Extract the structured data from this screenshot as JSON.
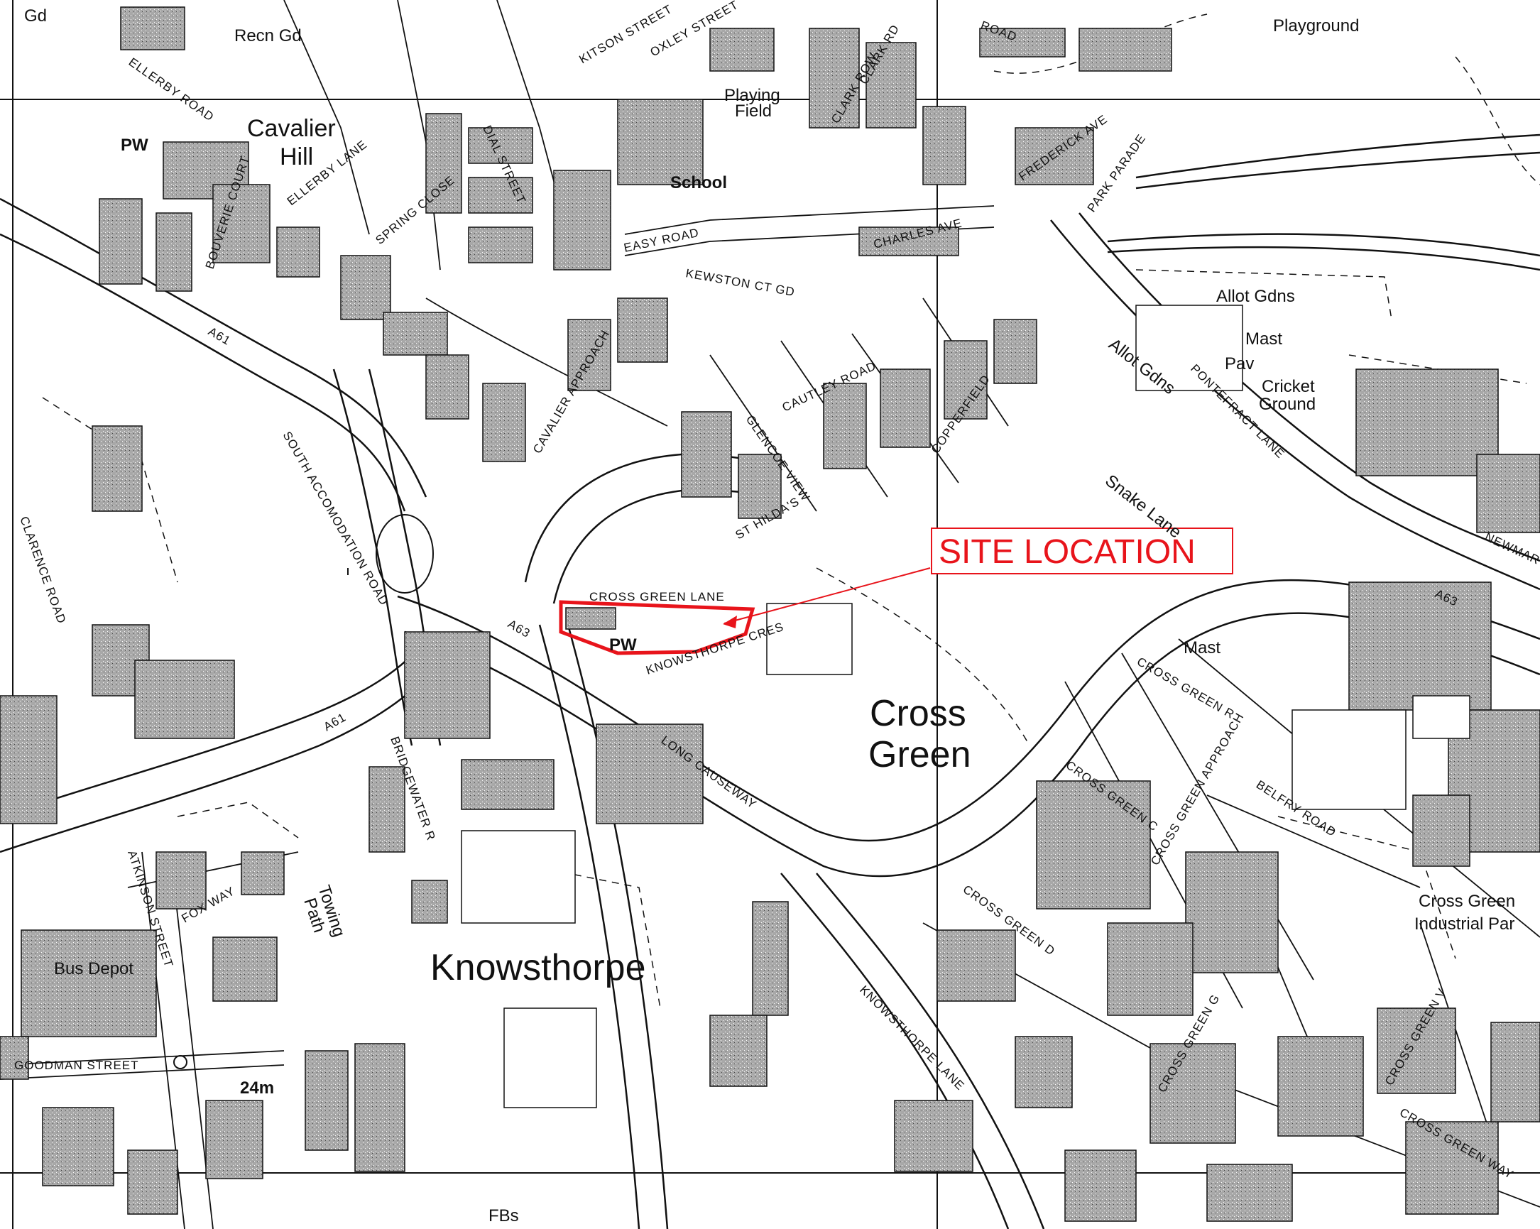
{
  "map": {
    "colors": {
      "building_fill": "#9a9a9a",
      "line": "#111111",
      "site_red": "#e8141b",
      "background": "#ffffff"
    },
    "site_label": "SITE LOCATION",
    "place_labels": {
      "cavalier": "Cavalier",
      "hill": "Hill",
      "cross": "Cross",
      "green": "Green",
      "knowsthorpe": "Knowsthorpe",
      "recn_gd": "Recn Gd",
      "gd": "Gd",
      "playing": "Playing",
      "field": "Field",
      "school": "School",
      "playground": "Playground",
      "allot_gdns_1": "Allot Gdns",
      "allot_gdns_2": "Allot Gdns",
      "mast_1": "Mast",
      "mast_2": "Mast",
      "pav": "Pav",
      "cricket": "Cricket",
      "ground": "Ground",
      "pw_1": "PW",
      "pw_2": "PW",
      "bus_depot": "Bus Depot",
      "towing": "Towing",
      "path": "Path",
      "industrial_1": "Cross Green",
      "industrial_2": "Industrial Par",
      "height_24m": "24m",
      "fbs": "FBs"
    },
    "road_labels": {
      "a61_1": "A61",
      "a61_2": "A61",
      "a63_1": "A63",
      "a63_2": "A63",
      "ellerby_road": "ELLERBY ROAD",
      "ellerby_lane": "ELLERBY LANE",
      "bouverie_court": "BOUVERIE COURT",
      "spring_close": "SPRING CLOSE",
      "dial_street": "DIAL STREET",
      "easy_road": "EASY ROAD",
      "kewston_ct_gd": "KEWSTON CT GD",
      "charles_ave": "CHARLES AVE",
      "cavalier_approach": "CAVALIER APPROACH",
      "south_accommodation_road": "SOUTH ACCOMODATION ROAD",
      "clarence_road": "CLARENCE ROAD",
      "cross_green_lane": "CROSS GREEN LANE",
      "knowsthorpe_cres": "KNOWSTHORPE CRES",
      "long_causeway": "LONG CAUSEWAY",
      "bridgewater_r": "BRIDGEWATER R",
      "atkinson_street": "ATKINSON STREET",
      "fox_way": "FOX WAY",
      "goodman_street": "GOODMAN STREET",
      "knowsthorpe_lane": "KNOWSTHORPE LANE",
      "pontefract_lane": "PONTEFRACT LANE",
      "cross_green_approach": "CROSS GREEN APPROACH",
      "belfry_road": "BELFRY ROAD",
      "cross_green_way": "CROSS GREEN WAY",
      "cross_green_r": "CROSS GREEN R",
      "cross_green_c": "CROSS GREEN C",
      "cross_green_d": "CROSS GREEN D",
      "cross_green_g": "CROSS GREEN G",
      "cross_green_v": "CROSS GREEN V",
      "cautley_road": "CAUTLEY ROAD",
      "copperfield": "COPPERFIELD",
      "glencoe_view": "GLENCOE VIEW",
      "st_hildas": "ST HILDA'S",
      "kitson_st": "KITSON STREET",
      "oxley_st": "OXLEY STREET",
      "clark_row": "CLARK ROW",
      "clark_rd": "CLARK RD",
      "park_parade": "PARK PARADE",
      "frederick_ave": "FREDERICK AVE",
      "snake_lane": "Snake Lane",
      "newmarket": "NEWMAR",
      "road_top": "ROAD"
    }
  }
}
